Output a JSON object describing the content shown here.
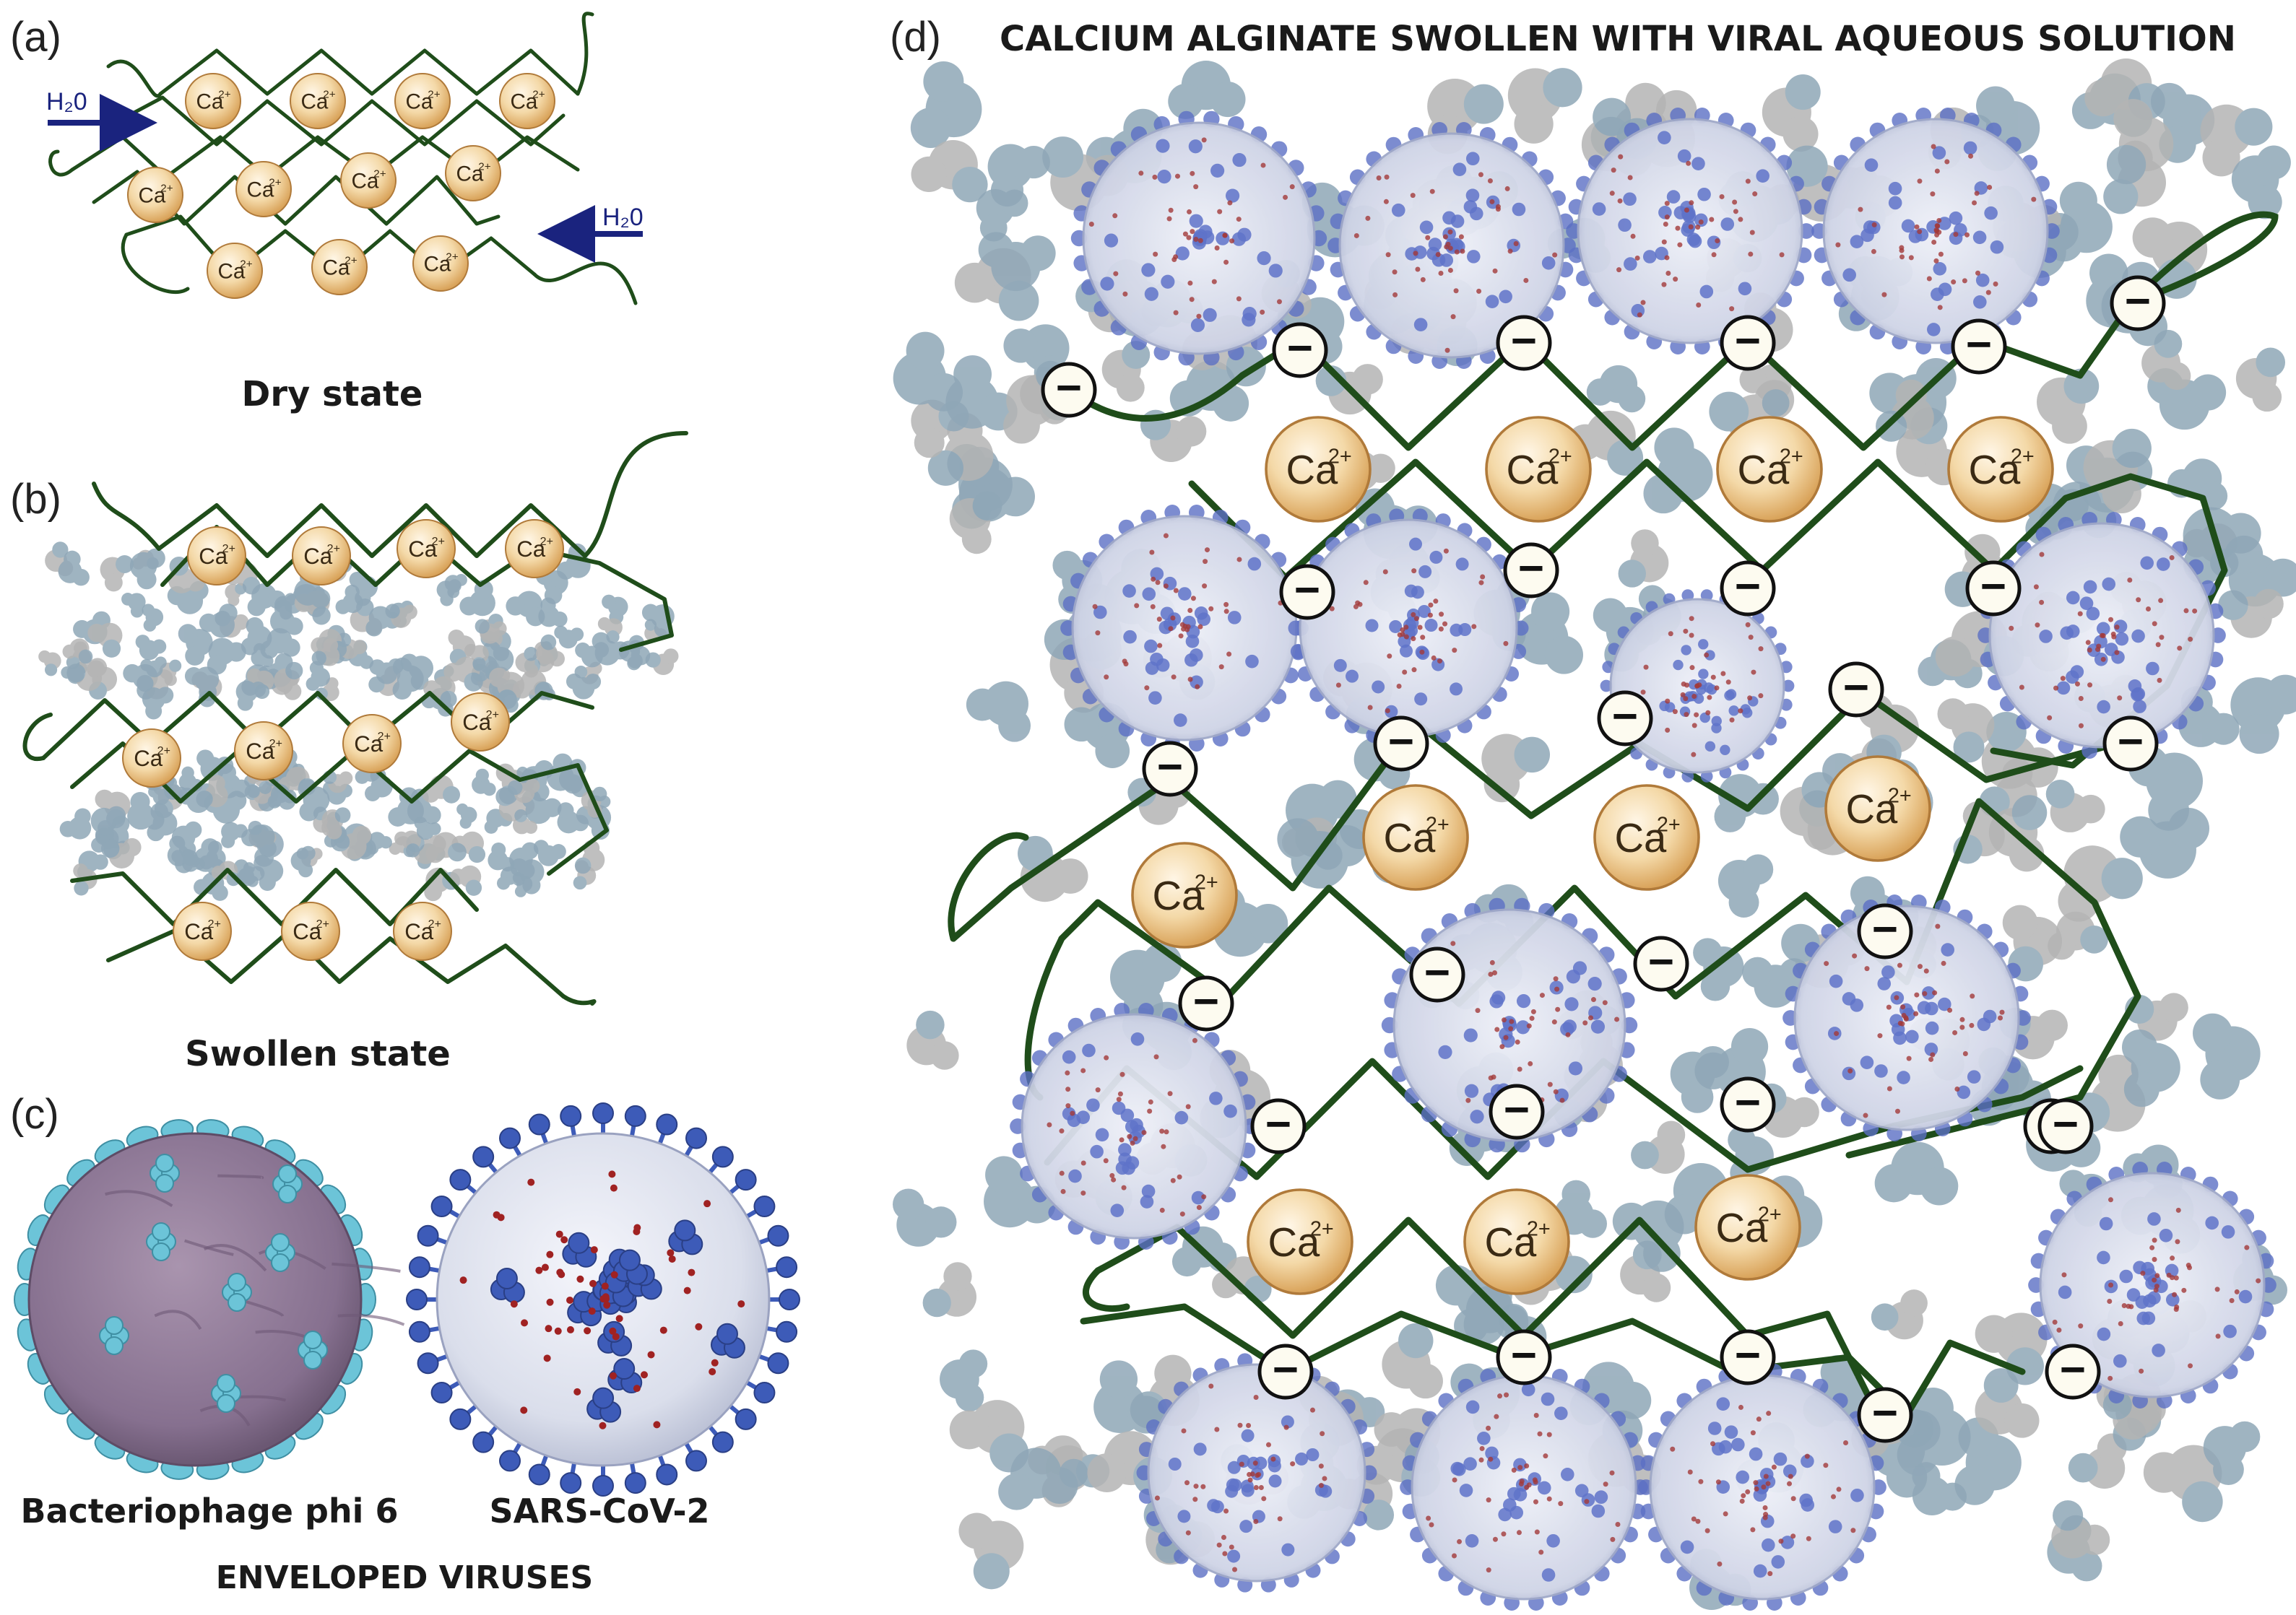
{
  "panels": {
    "a": {
      "label": "(a)",
      "caption": "Dry state",
      "water": "H₂0"
    },
    "b": {
      "label": "(b)",
      "caption": "Swollen state"
    },
    "c": {
      "label": "(c)",
      "virus_1": "Bacteriophage phi 6",
      "virus_2": "SARS-CoV-2",
      "caption": "ENVELOPED VIRUSES"
    },
    "d": {
      "label": "(d)",
      "title": "CALCIUM ALGINATE SWOLLEN WITH VIRAL AQUEOUS SOLUTION"
    }
  },
  "ion": {
    "base": "Ca",
    "charge": "2+"
  },
  "anion": "−",
  "colors": {
    "chain": "#1f4d1a",
    "arrow": "#1a237e",
    "ion_fill": "#f0cf97",
    "ion_stroke": "#b07a3a",
    "water_blue": "#8fa7b7",
    "water_grey": "#b4b4b4",
    "phage": "#8e7796",
    "phage_spike": "#6cc4d8",
    "sars_body": "#dfe2ee",
    "sars_spike": "#3d5bb8",
    "sars_dot": "#a02222"
  }
}
